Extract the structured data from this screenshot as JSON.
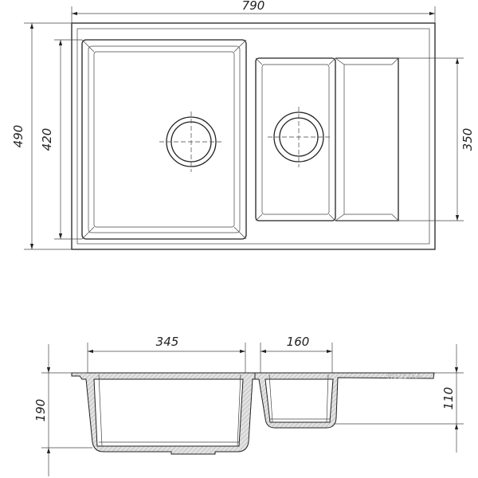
{
  "title": "Double bowl sink with drainer — dimensional drawing",
  "top_view": {
    "overall_width": "790",
    "overall_depth": "490",
    "main_bowl_depth": "420",
    "small_bowl_depth": "350"
  },
  "section_view": {
    "main_bowl_width": "345",
    "small_bowl_width": "160",
    "main_bowl_height": "190",
    "small_bowl_height": "110"
  },
  "watermark": "ROZETKA",
  "colors": {
    "line": "#222222",
    "section_fill": "#d9d9d9"
  }
}
